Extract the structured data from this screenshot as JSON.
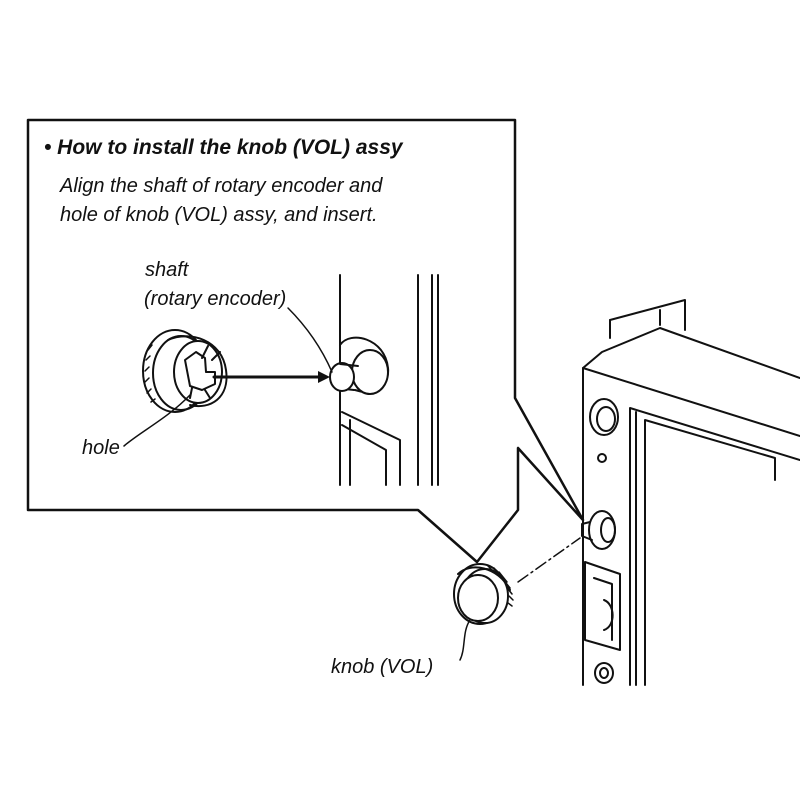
{
  "instruction": {
    "title": "• How to install the knob (VOL) assy",
    "line1": "Align the shaft of rotary encoder and",
    "line2": "hole of knob (VOL) assy, and insert."
  },
  "labels": {
    "shaft": "shaft",
    "shaft_detail": "(rotary encoder)",
    "hole": "hole",
    "knob": "knob (VOL)"
  }
}
